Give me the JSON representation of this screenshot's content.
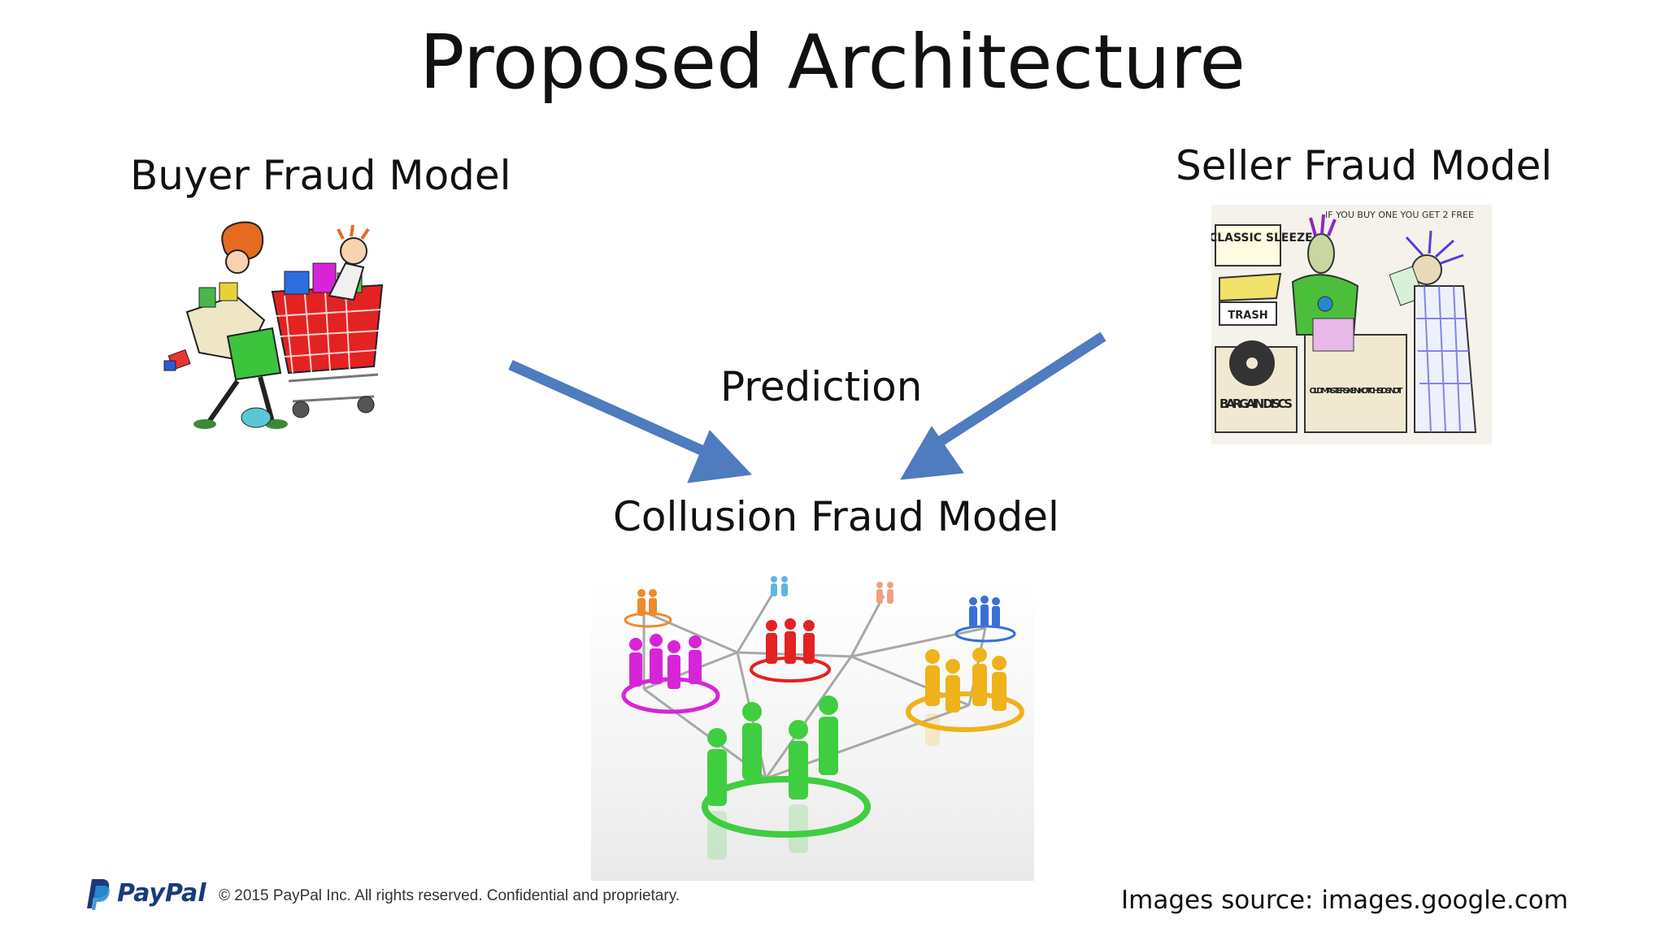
{
  "slide": {
    "title": "Proposed Architecture",
    "buyer_label": "Buyer Fraud Model",
    "seller_label": "Seller Fraud Model",
    "prediction_label": "Prediction",
    "collusion_label": "Collusion Fraud Model",
    "arrow_color": "#4f7bbf"
  },
  "seller_image_text": {
    "speech": "IF YOU BUY ONE YOU GET 2 FREE",
    "sign_a": "A-Z CLASSIC SLEEZE",
    "sign_b": "TRASH",
    "crate_left": "BARGAIN DISCS",
    "crate_right": "OLD MASTERS KEN KOTCH SID SNOT"
  },
  "footer": {
    "logo_text": "PayPal",
    "copyright": "© 2015 PayPal Inc. All rights reserved. Confidential and proprietary.",
    "source_note": "Images source:  images.google.com"
  },
  "icons": [
    "shopping-cart-cartoon",
    "record-shop-cartoon",
    "people-network-graphic",
    "paypal-logo-icon"
  ],
  "colors": {
    "paypal_dark": "#1a3a7a",
    "paypal_light": "#2c8ed6",
    "network_green": "#3fce3f",
    "network_red": "#e32222",
    "network_magenta": "#d824d8",
    "network_orange": "#f0b21a",
    "network_blue": "#3a6fd8"
  }
}
